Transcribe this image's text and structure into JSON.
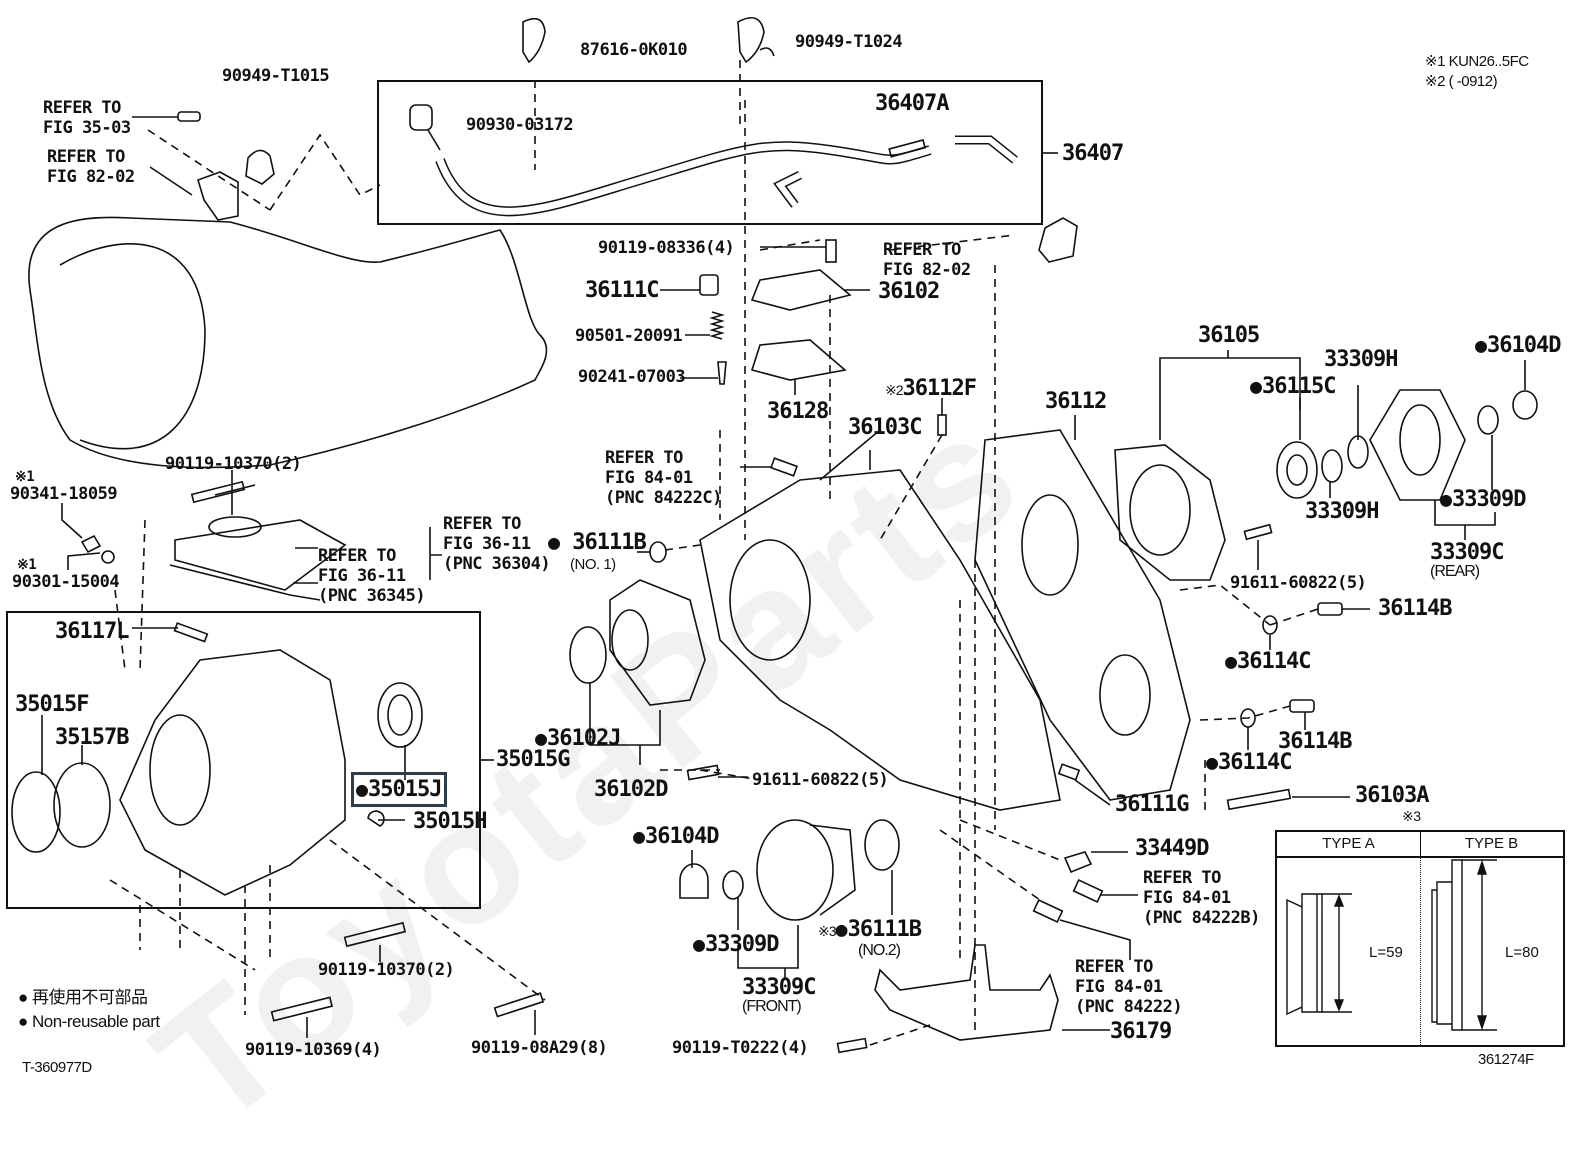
{
  "diagram": {
    "type": "exploded parts diagram",
    "subject": "Transfer case housing assembly",
    "watermark": "ToyotaParts",
    "figure_code_left": "T-360977D",
    "figure_code_right": "361274F",
    "notes": {
      "note1": "※1 KUN26..5FC",
      "note2": "※2 (      -0912)"
    },
    "legend": {
      "jp": "再使用不可部品",
      "en": "Non-reusable part"
    },
    "parts": [
      {
        "id": "p-87616-0K010",
        "text": "87616-0K010",
        "nonreusable": false
      },
      {
        "id": "p-90949-T1024",
        "text": "90949-T1024",
        "nonreusable": false
      },
      {
        "id": "p-90949-T1015",
        "text": "90949-T1015",
        "nonreusable": false
      },
      {
        "id": "p-90930-03172",
        "text": "90930-03172",
        "nonreusable": false
      },
      {
        "id": "p-36407A",
        "text": "36407A",
        "nonreusable": false
      },
      {
        "id": "p-36407",
        "text": "36407",
        "nonreusable": false
      },
      {
        "id": "p-90119-08336",
        "text": "90119-08336(4)",
        "nonreusable": false
      },
      {
        "id": "p-36111C",
        "text": "36111C",
        "nonreusable": false
      },
      {
        "id": "p-36102",
        "text": "36102",
        "nonreusable": false
      },
      {
        "id": "p-90501-20091",
        "text": "90501-20091",
        "nonreusable": false
      },
      {
        "id": "p-90241-07003",
        "text": "90241-07003",
        "nonreusable": false
      },
      {
        "id": "p-36128",
        "text": "36128",
        "nonreusable": false
      },
      {
        "id": "p-36112F",
        "text": "36112F",
        "prefix": "※2",
        "nonreusable": false
      },
      {
        "id": "p-36103C",
        "text": "36103C",
        "nonreusable": false
      },
      {
        "id": "p-36112",
        "text": "36112",
        "nonreusable": false
      },
      {
        "id": "p-36105",
        "text": "36105",
        "nonreusable": false
      },
      {
        "id": "p-36115C",
        "text": "36115C",
        "nonreusable": true
      },
      {
        "id": "p-33309H-a",
        "text": "33309H",
        "nonreusable": false
      },
      {
        "id": "p-33309H-b",
        "text": "33309H",
        "nonreusable": false
      },
      {
        "id": "p-36104D-rear",
        "text": "36104D",
        "nonreusable": true
      },
      {
        "id": "p-33309D-rear",
        "text": "33309D",
        "nonreusable": true
      },
      {
        "id": "p-33309C-rear",
        "text": "33309C",
        "sub": "(REAR)",
        "nonreusable": false
      },
      {
        "id": "p-91611-60822-a",
        "text": "91611-60822(5)",
        "nonreusable": false
      },
      {
        "id": "p-36114B-a",
        "text": "36114B",
        "nonreusable": false
      },
      {
        "id": "p-36114C-a",
        "text": "36114C",
        "nonreusable": true
      },
      {
        "id": "p-36114B-b",
        "text": "36114B",
        "nonreusable": false
      },
      {
        "id": "p-36114C-b",
        "text": "36114C",
        "nonreusable": true
      },
      {
        "id": "p-36103A",
        "text": "36103A",
        "nonreusable": false
      },
      {
        "id": "p-36111G",
        "text": "36111G",
        "nonreusable": false
      },
      {
        "id": "p-33449D",
        "text": "33449D",
        "nonreusable": false
      },
      {
        "id": "p-36179",
        "text": "36179",
        "nonreusable": false
      },
      {
        "id": "p-90119-T0222",
        "text": "90119-T0222(4)",
        "nonreusable": false
      },
      {
        "id": "p-36104D-front",
        "text": "36104D",
        "nonreusable": true
      },
      {
        "id": "p-33309D-front",
        "text": "33309D",
        "nonreusable": true
      },
      {
        "id": "p-33309C-front",
        "text": "33309C",
        "sub": "(FRONT)",
        "nonreusable": false
      },
      {
        "id": "p-36111B-no2",
        "text": "36111B",
        "prefix": "※3",
        "sub": "(NO.2)",
        "nonreusable": true
      },
      {
        "id": "p-36111B-no1",
        "text": "36111B",
        "sub": "(NO. 1)",
        "nonreusable": true
      },
      {
        "id": "p-36102J",
        "text": "36102J",
        "nonreusable": true
      },
      {
        "id": "p-36102D",
        "text": "36102D",
        "nonreusable": false
      },
      {
        "id": "p-91611-60822-b",
        "text": "91611-60822(5)",
        "nonreusable": false
      },
      {
        "id": "p-90341-18059",
        "text": "90341-18059",
        "prefix": "※1",
        "nonreusable": false
      },
      {
        "id": "p-90301-15004",
        "text": "90301-15004",
        "prefix": "※1",
        "nonreusable": false
      },
      {
        "id": "p-90119-10370-top",
        "text": "90119-10370(2)",
        "nonreusable": false
      },
      {
        "id": "p-36117L",
        "text": "36117L",
        "nonreusable": false
      },
      {
        "id": "p-35015F",
        "text": "35015F",
        "nonreusable": false
      },
      {
        "id": "p-35157B",
        "text": "35157B",
        "nonreusable": false
      },
      {
        "id": "p-35015G",
        "text": "35015G",
        "nonreusable": false
      },
      {
        "id": "p-35015J",
        "text": "35015J",
        "nonreusable": true,
        "highlighted": true
      },
      {
        "id": "p-35015H",
        "text": "35015H",
        "nonreusable": false
      },
      {
        "id": "p-90119-10370-bot",
        "text": "90119-10370(2)",
        "nonreusable": false
      },
      {
        "id": "p-90119-10369",
        "text": "90119-10369(4)",
        "nonreusable": false
      },
      {
        "id": "p-90119-08A29",
        "text": "90119-08A29(8)",
        "nonreusable": false
      }
    ],
    "references": [
      {
        "id": "ref-35-03",
        "line1": "REFER TO",
        "line2": "FIG 35-03"
      },
      {
        "id": "ref-82-02-left",
        "line1": "REFER TO",
        "line2": "FIG 82-02"
      },
      {
        "id": "ref-82-02-right",
        "line1": "REFER TO",
        "line2": "FIG 82-02"
      },
      {
        "id": "ref-84-01-84222C",
        "line1": "REFER TO",
        "line2": "FIG 84-01",
        "line3": "(PNC 84222C)"
      },
      {
        "id": "ref-36-11-36304",
        "line1": "REFER TO",
        "line2": "FIG 36-11",
        "line3": "(PNC 36304)"
      },
      {
        "id": "ref-36-11-36345",
        "line1": "REFER TO",
        "line2": "FIG 36-11",
        "line3": "(PNC 36345)"
      },
      {
        "id": "ref-84-01-84222B",
        "line1": "REFER TO",
        "line2": "FIG 84-01",
        "line3": "(PNC 84222B)"
      },
      {
        "id": "ref-84-01-84222",
        "line1": "REFER TO",
        "line2": "FIG 84-01",
        "line3": "(PNC 84222)"
      }
    ],
    "type_table": {
      "note": "※3",
      "columns": [
        {
          "header": "TYPE A",
          "length": "L=59"
        },
        {
          "header": "TYPE B",
          "length": "L=80"
        }
      ]
    }
  }
}
